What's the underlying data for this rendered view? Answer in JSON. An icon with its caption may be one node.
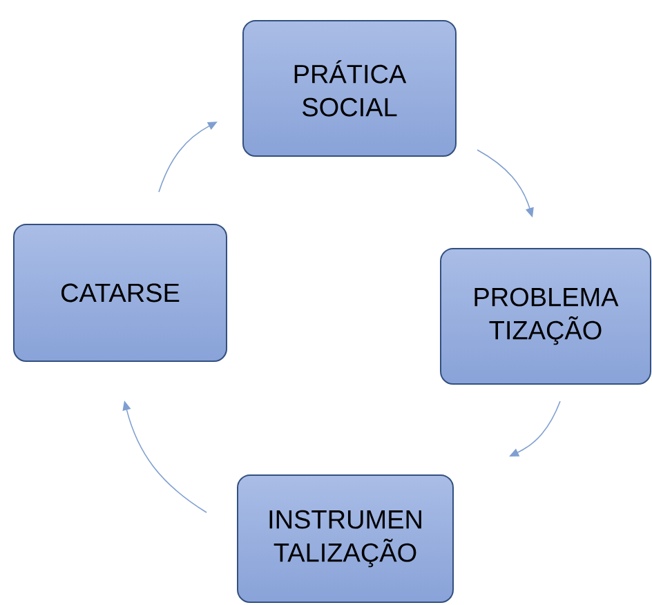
{
  "diagram": {
    "nodes": [
      {
        "text": [
          "PRÁTICA SOCIAL"
        ]
      },
      {
        "text": [
          "PROBLEMA TIZAÇÃO"
        ]
      },
      {
        "text": [
          "INSTRUMEN TALIZAÇÃO"
        ]
      },
      {
        "text": [
          "CATARSE"
        ]
      }
    ],
    "edges": [
      {
        "from": 0,
        "to": 1,
        "arrow": "to"
      },
      {
        "from": 1,
        "to": 2,
        "arrow": "to"
      },
      {
        "from": 2,
        "to": 3,
        "arrow": "to"
      },
      {
        "from": 3,
        "to": 0,
        "arrow": "to"
      }
    ]
  }
}
